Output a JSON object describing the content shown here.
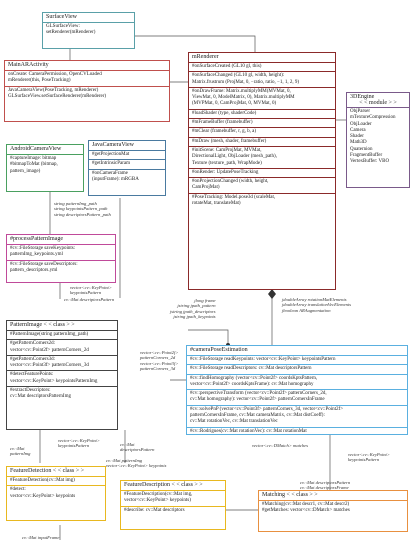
{
  "colors": {
    "surface_view": "#5aa0a8",
    "main_activity": "#c0504d",
    "mrenderer": "#8b2a2a",
    "engine3d": "#7a5a8a",
    "android_camera_view": "#4aa060",
    "java_camera_view": "#4a7aa0",
    "process_pattern": "#c04a9a",
    "pattern_image": "#444444",
    "camera_pose": "#5ab0e0",
    "feature_detection": "#e8b820",
    "feature_description": "#e8b820",
    "matching": "#e89040"
  },
  "surface_view": {
    "title": "SurfaceView",
    "lines": [
      "GLSurfaceView:",
      "setRenderer(mRenderer)"
    ]
  },
  "main_activity": {
    "title": "MainARActivity",
    "lines": [
      "onCreate: CameraPermission, OpenCVLoaded",
      "mRenderer(this, PoseTracking)",
      "JavaCameraView(PoseTracking, mRenderer)",
      "GLSurfaceView.setSurfaceRenderer(mRenderer)"
    ]
  },
  "mrenderer": {
    "title": "mRenderer",
    "lines": [
      "#onSurfaceCreated (GL10 gl, this)",
      "#onSurfaceChanged (GL10 gl, width, height):",
      "Matrix.frustrum (ProjMat, 0, −ratio, ratio, −1, 1, 2, 9)",
      "#onDrawFrame: Matrix.multiplyMM(MVMat, 0,",
      "ViewMat, 0, ModelMatrix, 0), Matrix.multiplyMM",
      "(MVPMat, 0, CamProjMat, 0, MVMat, 0)",
      "#loadShader (type, shaderCode)",
      "#mFrameBuffer (framebuffer)",
      "#mClear (framebuffer, r, g, b, a)",
      "#mDraw (mesh, shader, framebuffer)",
      "#initScene: CamProjMat, MVMat,",
      "DirectionalLight, ObjLoader (mesh_path),",
      "Texture (texture_path, WrapMode)",
      "#onRender: UpdatePoseTracking",
      "#onProjectionChanged (width, height,",
      "CamProjMat)",
      "#PoseTracking: Model.pose3d (scaleMat,",
      "rotateMat, translateMat)"
    ]
  },
  "engine3d": {
    "title": "3DEngine",
    "stereotype": "< < module > >",
    "lines": [
      "ObjParser",
      "mTextureCompression",
      "ObjLoader",
      "Camera",
      "Shader",
      "Math3D",
      "Quaternion",
      "FragmentBuffer",
      "VertexBuffer: VBO"
    ]
  },
  "android_camera_view": {
    "title": "AndroidCameraView",
    "lines": [
      "#captureImage: bitmap",
      "#bitmapToMat (bitmap,",
      "pattern_image)"
    ]
  },
  "java_camera_view": {
    "title": "JavaCameraView",
    "lines": [
      "#getProjectionMat",
      "#getIntrinsicParam",
      "#onCameraFrame",
      "(inputFrame): mRGBA"
    ]
  },
  "process_pattern": {
    "title": "#processPatternImage",
    "lines": [
      "#cv::FileStorage saveKeypoints:",
      "patternImg_keypoints.yml",
      "#cv::FileStorage saveDescriptors:",
      "pattern_descriptors.yml"
    ]
  },
  "pattern_image": {
    "title": "PatternImage < < class > >",
    "lines": [
      "#PatternImage(string patternImg_path)",
      "#getPatternCorners2d:",
      "vector<cv::Point2f> patternCorners_2d",
      "#getPatternCorners3d:",
      "vector<cv::Point3f> patternCorners_3d",
      "#detectFeaturePoints:",
      "vector<cv::KeyPoint> keypointsPatternImg",
      "#extractDescriptors:",
      "cv::Mat descriptorsPatternImg"
    ]
  },
  "camera_pose": {
    "title": "#cameraPoseEstimation",
    "lines": [
      "#cv::FileStorage readKeypoints: vector<cv::KeyPoint> keypointsPattern",
      "#cv::FileStorage readDescriptors: cv::Mat descriptorsPattern",
      "#cv::findHomography (vector<cv::Point2f> coordsKptsPattern,",
      "vector<cv::Point2f> coordsKptsFrame): cv::Mat homography",
      "#cv::perspectiveTransform (vector<cv::Point2f> patternCorners_2d,",
      "cv::Mat homography): vector<cv::Point2f> patternCornersInFrame",
      "#cv::solvePnP (vector<cv::Point3f> patternCorners_3d, vector<cv::Point2f>",
      "patternCornersInFrame, cv::Mat cameraMatrix, cv::Mat distCoeff):",
      "cv::Mat rotationVec, cv::Mat translationVec",
      "#cv::Rodrigues(cv::Mat rotationVec): cv::Mat rotationMat"
    ]
  },
  "feature_detection": {
    "title": "FeatureDetection < < class > >",
    "lines": [
      "#FeatureDetection(cv::Mat img)",
      "#detect:",
      "vector<cv::KeyPoint> keypoints"
    ]
  },
  "feature_description": {
    "title": "FeatureDescription < < class > >",
    "lines": [
      "#FeatureDescription(cv::Mat img,",
      "vector<cv::KeyPoint> keypoints)",
      "#describe: cv::Mat descriptors"
    ]
  },
  "matching": {
    "title": "Matching < < class > >",
    "lines": [
      "#Matching(cv::Mat descr1, cv::Mat descr2)",
      "#getMatches: vector<cv::DMatch> matches"
    ]
  },
  "labels": {
    "pattern_inputs": [
      "string patternImg_path",
      "string keypointsPattern_path",
      "string descriptorsPattern_path"
    ],
    "keypoints_pattern": [
      "vector<cv::KeyPoint>",
      "keypointsPattern"
    ],
    "descriptors_pattern": "cv::Mat descriptorsPattern",
    "frame_inputs": [
      "jlong frame",
      "jstring jpath_pattern",
      "jstring jpath_descriptors",
      "jstring jpath_keypoints"
    ],
    "double_arrays": [
      "jdoubleArray rotationMatElements",
      "jdoubleArray translationVecElements",
      "jboolean ARAugmentation"
    ],
    "corners_labels": [
      "vector<cv::Point2f>",
      "patternCorners_2d",
      "vector<cv::Point3f>",
      "patternCorners_3d"
    ],
    "kp_pattern_mid": [
      "vector<cv::KeyPoint>",
      "keypointsPattern"
    ],
    "cvmat_pattern_img": [
      "cv::Mat",
      "patternImg"
    ],
    "desc_pattern_mid": [
      "cv::Mat",
      "descriptorsPattern"
    ],
    "patternimg_kp": [
      "cv::Mat patternImg",
      "vector<cv::KeyPoint> keypoints"
    ],
    "dmatch": "vector<cv::DMatch> matches",
    "kp_pattern_right": [
      "vector<cv::KeyPoint>",
      "keypointsPattern"
    ],
    "desc_right": [
      "cv::Mat descriptorsPattern",
      "cv::Mat descriptorsFrame"
    ],
    "input_frame": "cv::Mat inputFrame"
  }
}
